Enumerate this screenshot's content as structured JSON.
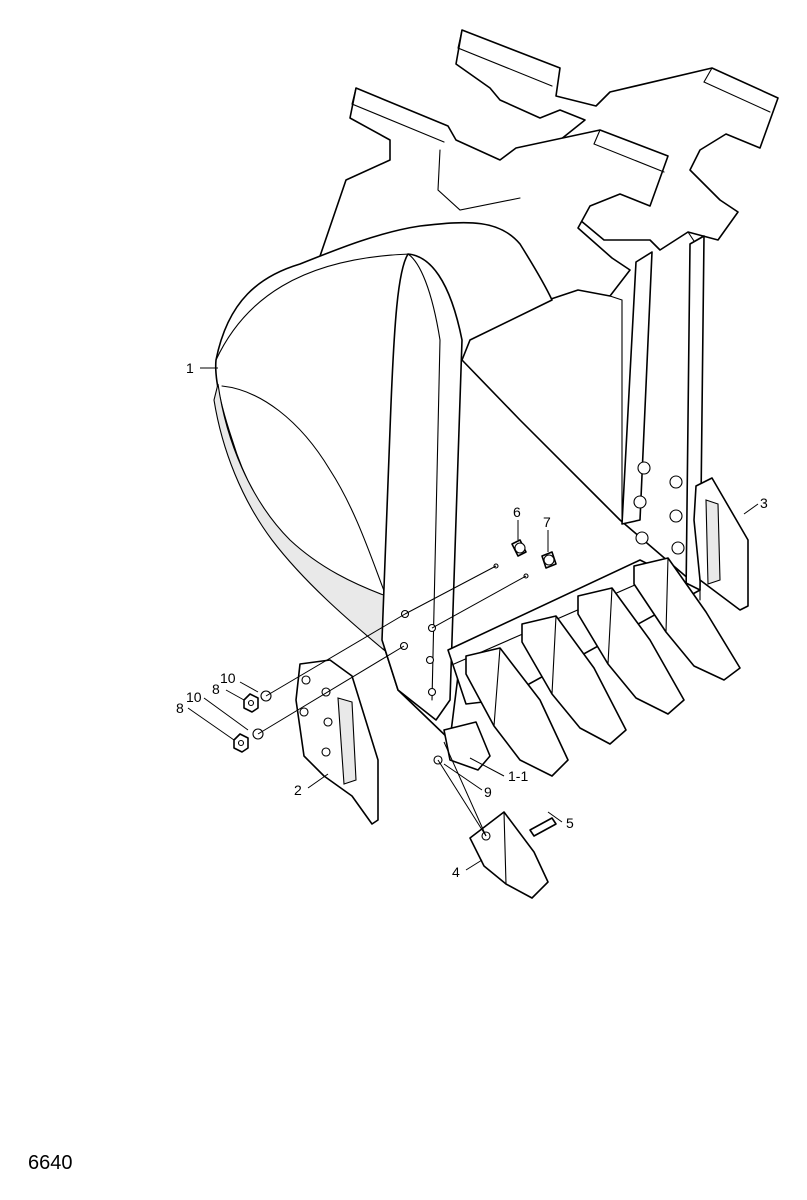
{
  "figure_number": "6640",
  "callouts": {
    "c1": "1",
    "c1_1": "1-1",
    "c2": "2",
    "c3": "3",
    "c4": "4",
    "c5": "5",
    "c6": "6",
    "c7": "7",
    "c8a": "8",
    "c8b": "8",
    "c9": "9",
    "c10a": "10",
    "c10b": "10"
  }
}
